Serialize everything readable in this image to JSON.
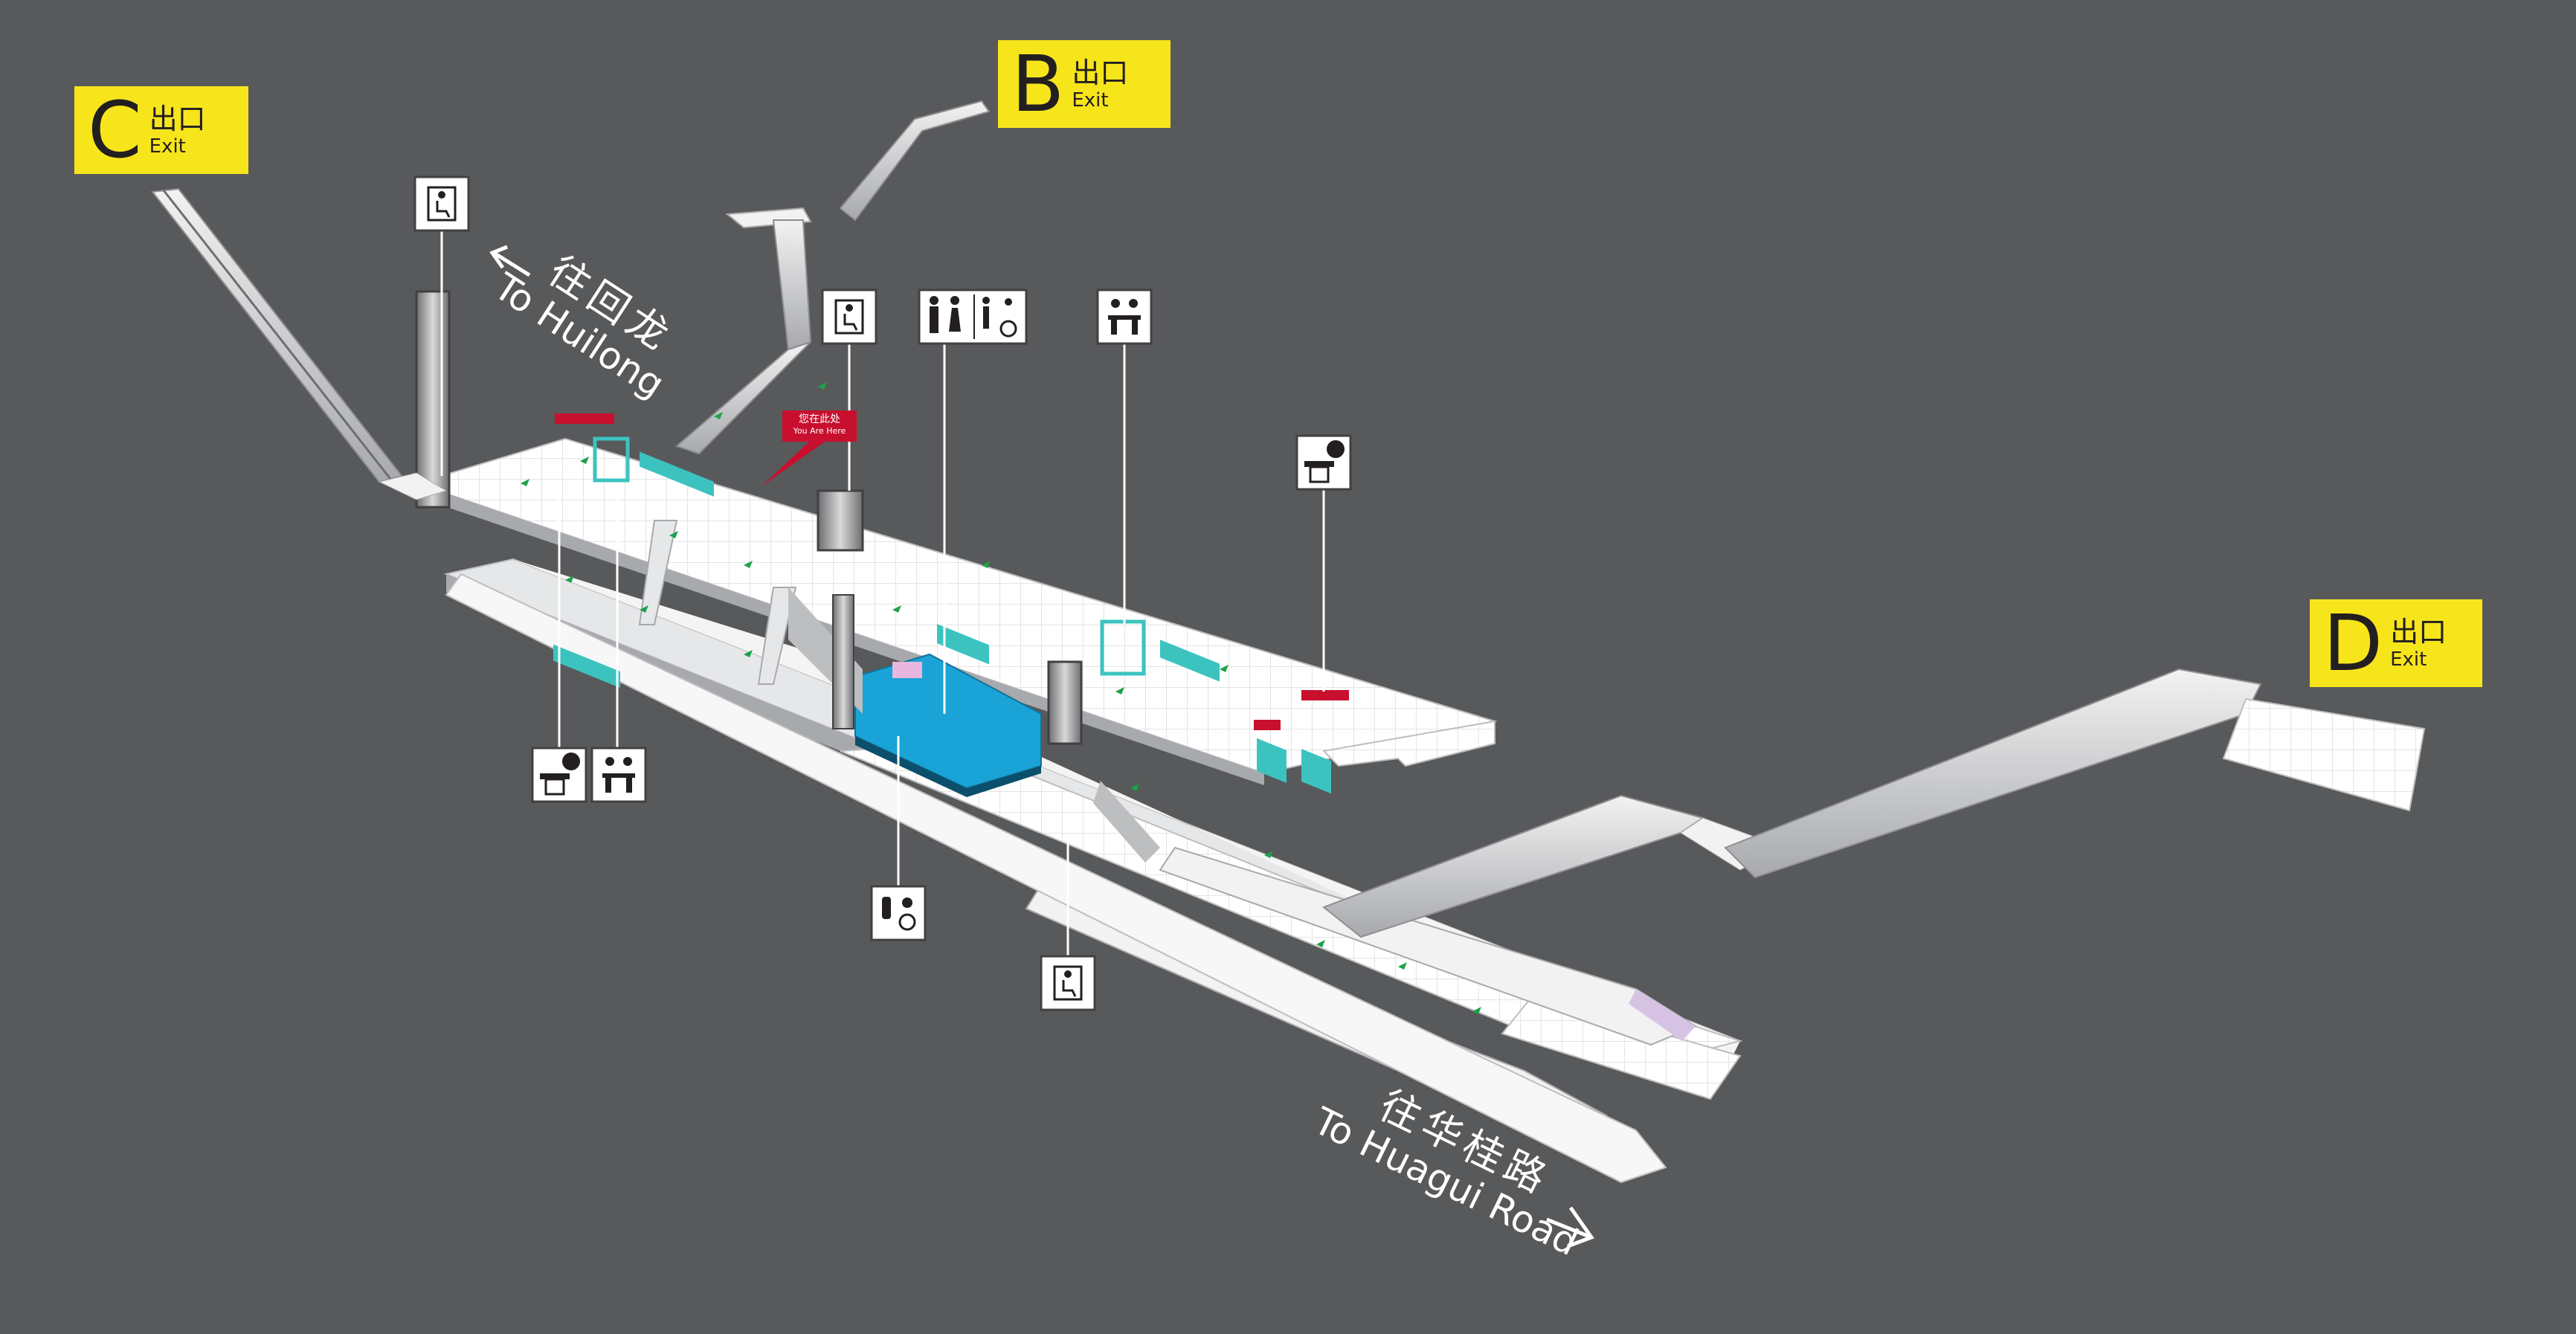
{
  "exits": {
    "c": {
      "letter": "C",
      "cn": "出口",
      "en": "Exit"
    },
    "b": {
      "letter": "B",
      "cn": "出口",
      "en": "Exit"
    },
    "d": {
      "letter": "D",
      "cn": "出口",
      "en": "Exit"
    }
  },
  "directions": {
    "huilong": {
      "cn": "往回龙",
      "en": "To Huilong"
    },
    "huagui": {
      "cn": "往华桂路",
      "en": "To Huagui Road"
    }
  },
  "you_are_here": {
    "cn": "您在此处",
    "en": "You Are Here"
  },
  "facility_icons": [
    "accessible-elevator-icon",
    "toilets-icon",
    "customer-service-icon",
    "ticket-machine-icon",
    "nursing-room-icon"
  ],
  "colors": {
    "background": "#58595b",
    "exit_sign": "#f7e51c",
    "platform": "#ffffff",
    "gate_teal": "#3cc3c0",
    "train_blue": "#1aa3d6",
    "marker_red": "#c8102e",
    "arrow_green": "#1ca24a"
  }
}
